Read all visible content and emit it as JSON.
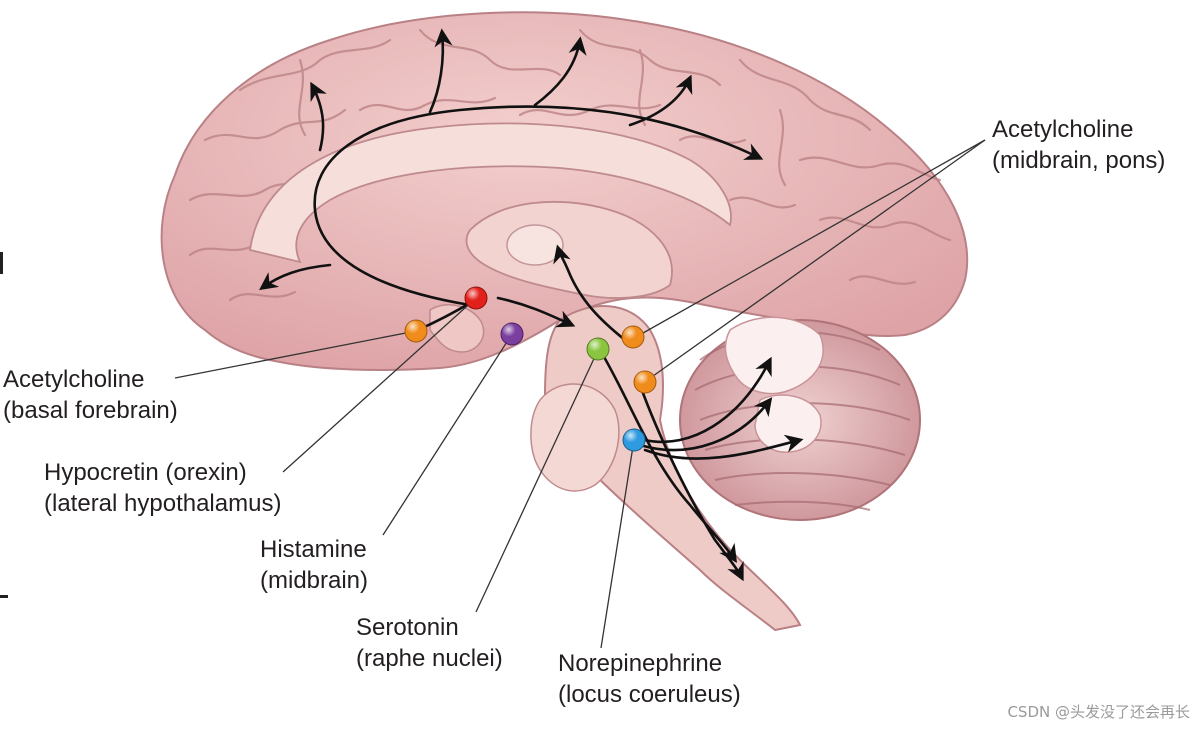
{
  "labels": {
    "ach_pons": {
      "line1": "Acetylcholine",
      "line2": "(midbrain, pons)"
    },
    "ach_basal": {
      "line1": "Acetylcholine",
      "line2": "(basal forebrain)"
    },
    "hypocretin": {
      "line1": "Hypocretin (orexin)",
      "line2": "(lateral hypothalamus)"
    },
    "histamine": {
      "line1": "Histamine",
      "line2": "(midbrain)"
    },
    "serotonin": {
      "line1": "Serotonin",
      "line2": "(raphe nuclei)"
    },
    "norepinephrine": {
      "line1": "Norepinephrine",
      "line2": "(locus coeruleus)"
    }
  },
  "watermark": "CSDN @头发没了还会再长",
  "colors": {
    "cortex": "#e8b5b5",
    "cortex_dark": "#b97f82",
    "inner": "#f1d0cd",
    "cerebellum": "#d9a0a5",
    "pathway": "#111111",
    "ach": "#f08c1c",
    "hypocretin": "#e3211b",
    "histamine": "#7b3fa0",
    "serotonin": "#8bc53f",
    "norepinephrine": "#2e9be0"
  }
}
